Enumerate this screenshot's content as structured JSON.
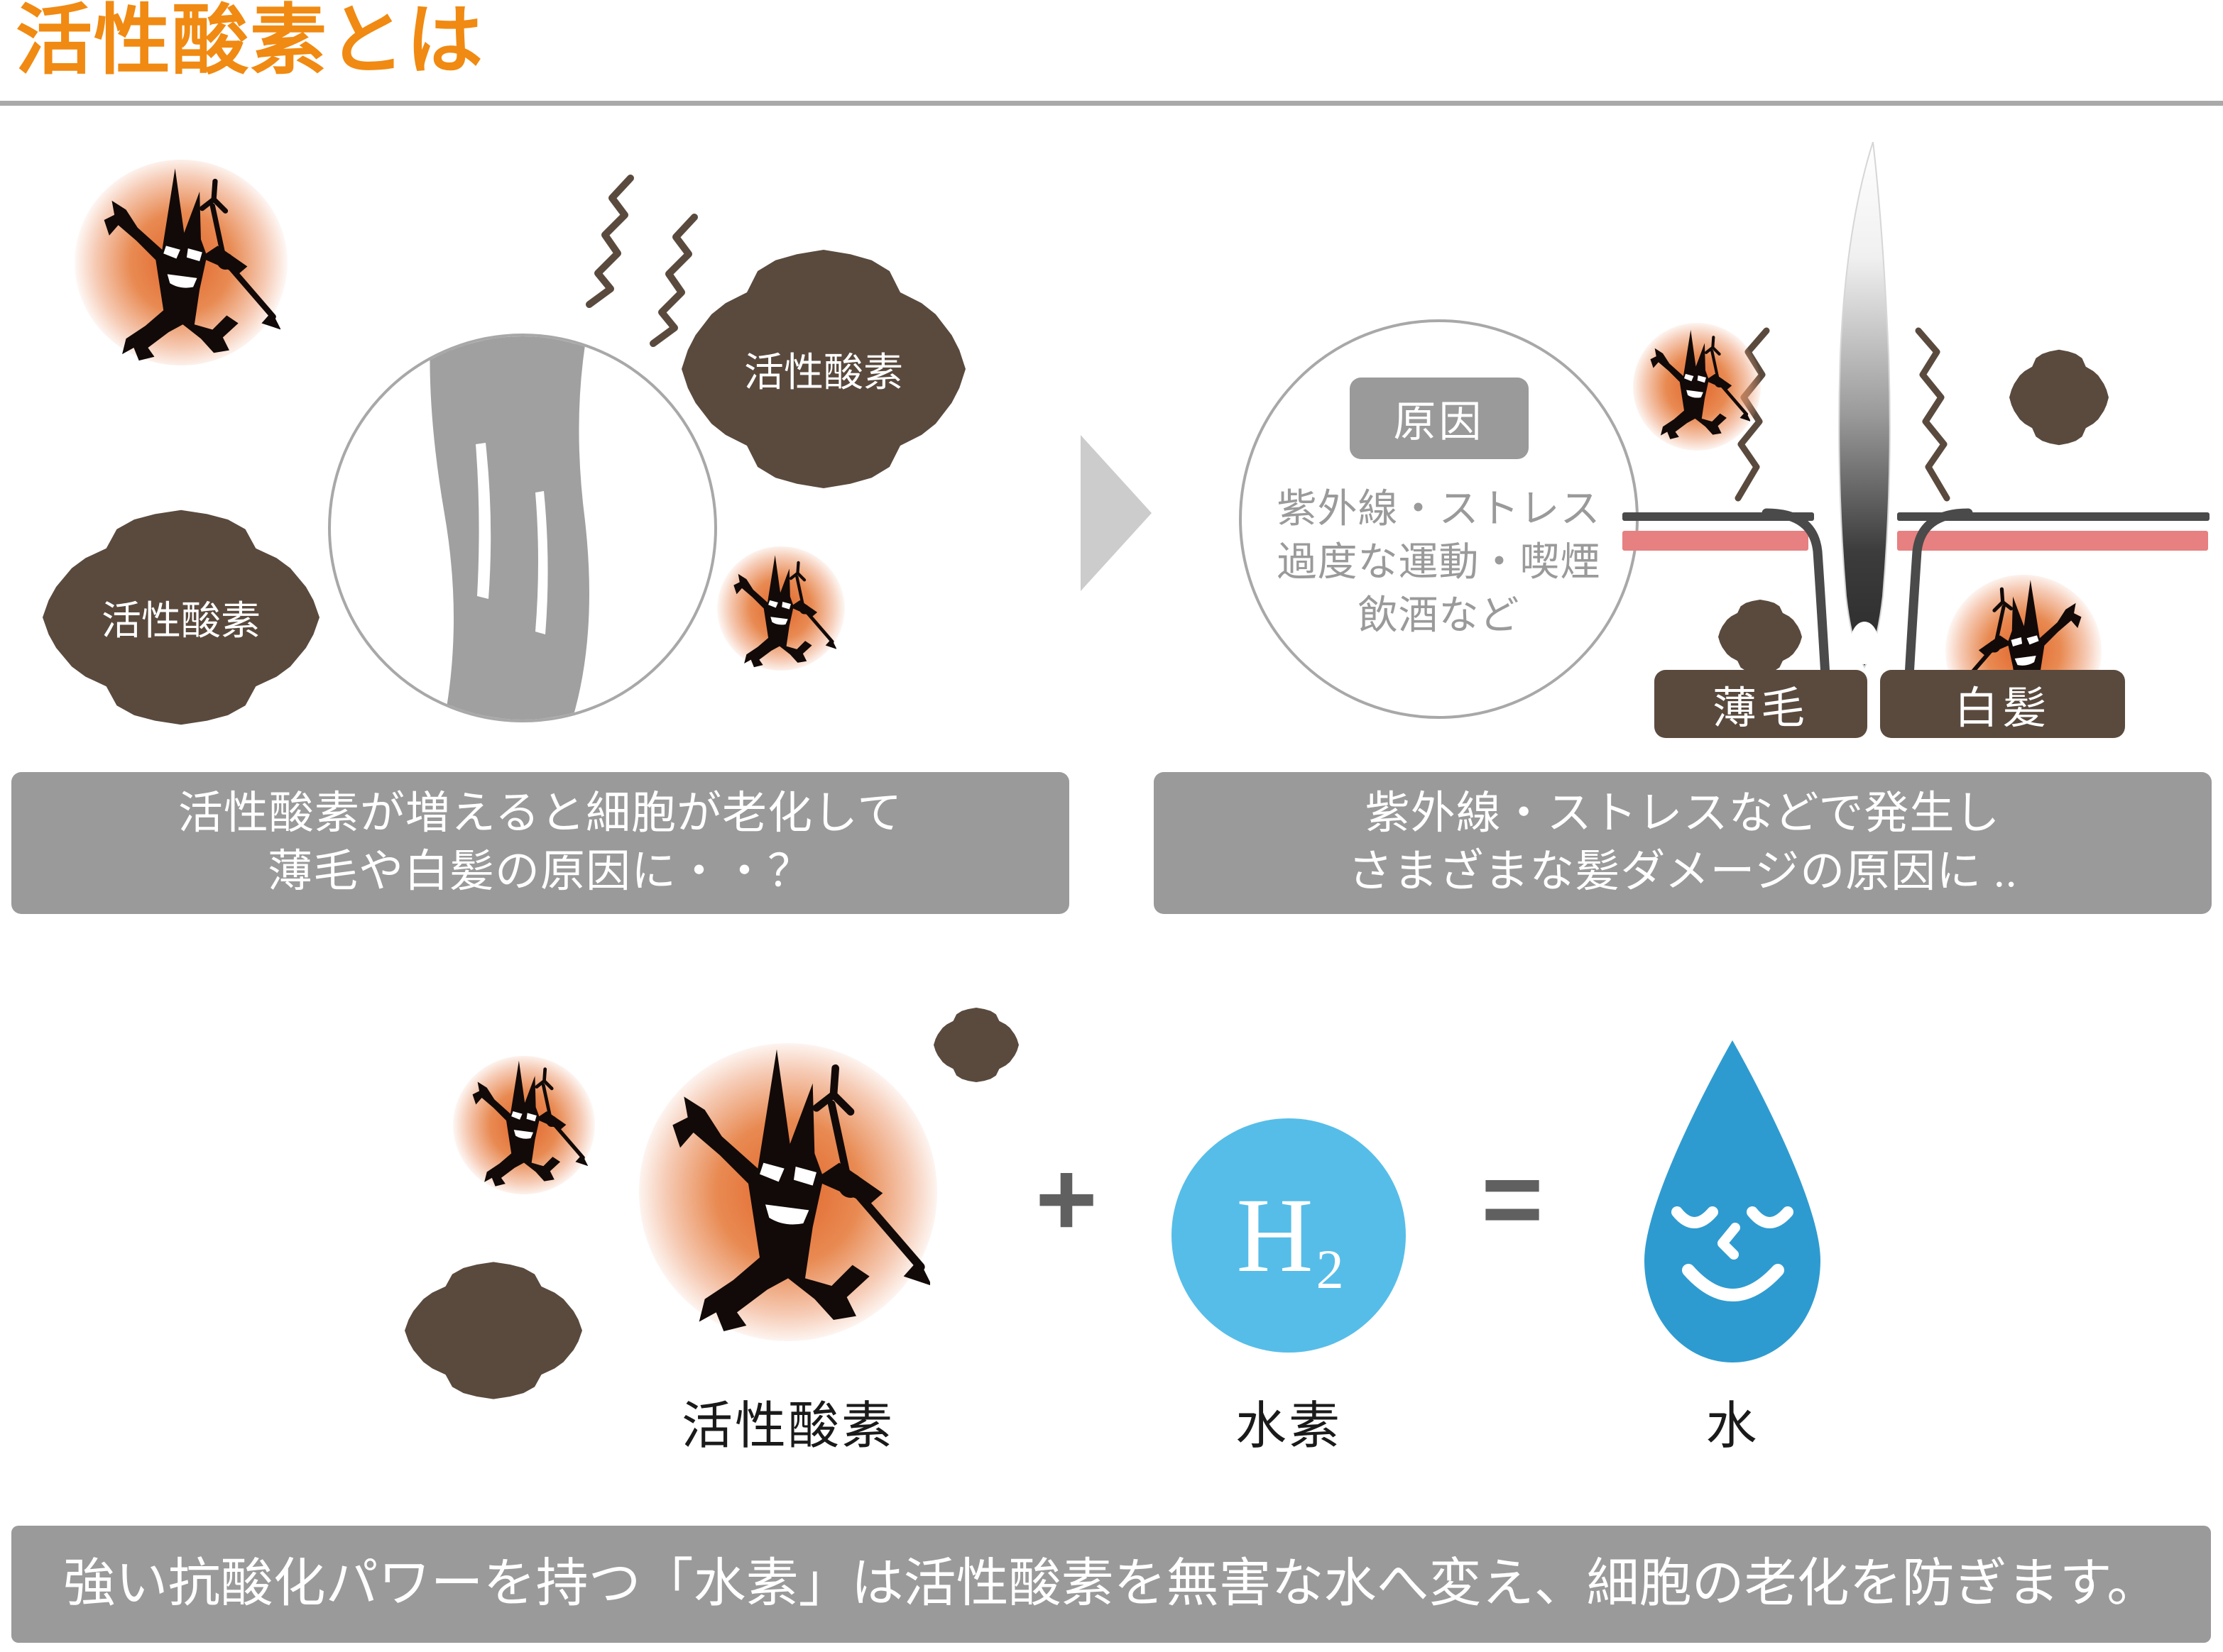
{
  "header": {
    "title": "活性酸素とは"
  },
  "panel_left": {
    "burst_label_1": "活性酸素",
    "burst_label_2": "活性酸素",
    "caption_line1": "活性酸素が増えると細胞が老化して",
    "caption_line2": "薄毛や白髪の原因に・・？"
  },
  "panel_right": {
    "cause_badge": "原因",
    "cause_line1": "紫外線・ストレス",
    "cause_line2": "過度な運動・喫煙",
    "cause_line3": "飲酒など",
    "tag_thin_hair": "薄毛",
    "tag_gray_hair": "白髪",
    "caption_line1": "紫外線・ストレスなどで発生し",
    "caption_line2": "さまざまな髪ダメージの原因に .."
  },
  "equation": {
    "label_ros": "活性酸素",
    "label_hydrogen": "水素",
    "label_water": "水",
    "hydrogen_symbol": "H",
    "hydrogen_subscript": "2",
    "operator_plus": "+",
    "operator_equals": "="
  },
  "footer": {
    "caption": "強い抗酸化パワーを持つ「水素」は活性酸素を無害な水へ変え、細胞の老化を防ぎます。"
  },
  "colors": {
    "title_orange": "#F08A12",
    "caption_gray": "#9a9a9a",
    "burst_brown": "#5A4A3E",
    "hydrogen_blue": "#56BDE8",
    "water_blue": "#2E9BD0",
    "scalp_pink": "#E78080",
    "glow_orange": "#E2662C"
  }
}
